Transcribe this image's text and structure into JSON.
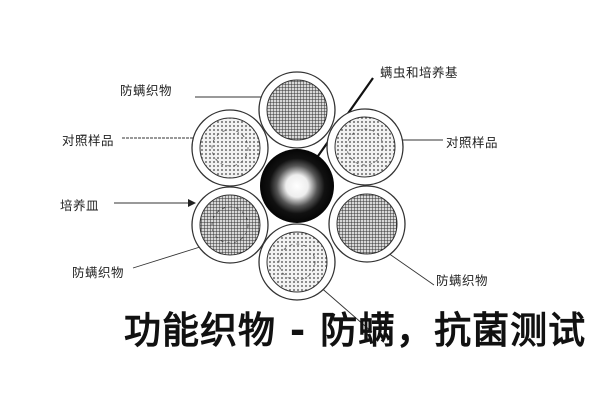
{
  "diagram": {
    "title": "功能织物 - 防螨，抗菌测试",
    "center": {
      "label": "螨虫和培养基",
      "description": "mites and culture medium (dark central circle)"
    },
    "dishes": [
      {
        "position": "top",
        "type": "防螨织物",
        "pattern": "grid"
      },
      {
        "position": "upper-left",
        "type": "对照样品",
        "pattern": "dots"
      },
      {
        "position": "upper-right",
        "type": "对照样品",
        "pattern": "dots"
      },
      {
        "position": "lower-left",
        "type": "防螨织物",
        "pattern": "grid"
      },
      {
        "position": "lower-right",
        "type": "防螨织物",
        "pattern": "grid"
      },
      {
        "position": "bottom",
        "type": "对照样品",
        "pattern": "dots"
      }
    ],
    "labels": {
      "top_left": "防螨织物",
      "left": "对照样品",
      "dish": "培养皿",
      "bottom_left": "防螨织物",
      "center_top_right": "螨虫和培养基",
      "right": "对照样品",
      "bottom_right": "防螨织物"
    },
    "colors": {
      "ink": "#222222",
      "background": "#ffffff",
      "center": "#0a0a0a"
    }
  }
}
